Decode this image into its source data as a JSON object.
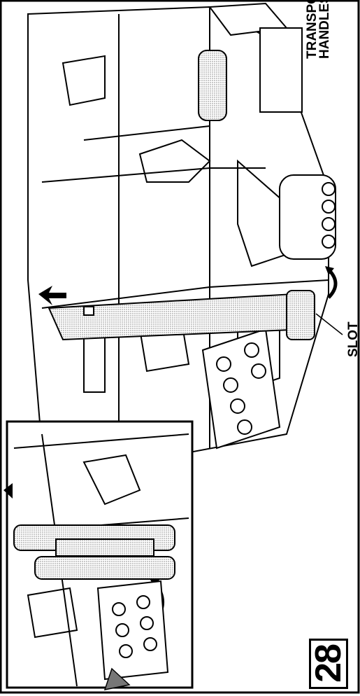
{
  "labels": {
    "transport_line1": "TRANSPORT",
    "transport_line2": "HANDLES",
    "slot": "SLOT"
  },
  "step": {
    "number": "28"
  }
}
